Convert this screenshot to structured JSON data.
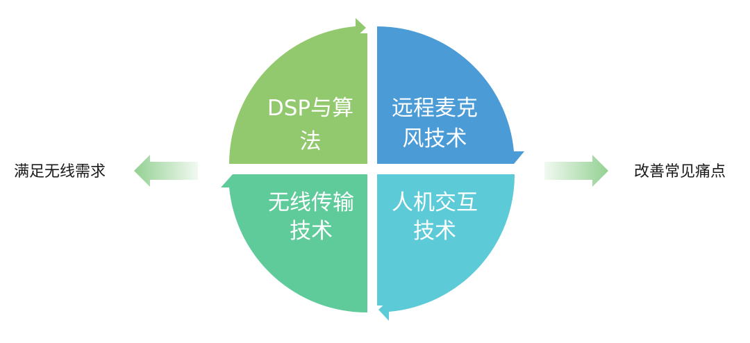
{
  "diagram": {
    "left_label": "满足无线需求",
    "right_label": "改善常见痛点",
    "quadrants": [
      {
        "id": "top-left",
        "lines": [
          "DSP与算",
          "法"
        ],
        "color": "#92c96f"
      },
      {
        "id": "top-right",
        "lines": [
          "远程麦克",
          "风技术"
        ],
        "color": "#4a9bd6"
      },
      {
        "id": "bottom-left",
        "lines": [
          "无线传输",
          "技术"
        ],
        "color": "#5fcb9a"
      },
      {
        "id": "bottom-right",
        "lines": [
          "人机交互",
          "技术"
        ],
        "color": "#5dcad8"
      }
    ],
    "arrow_color": "#8dce8c"
  }
}
